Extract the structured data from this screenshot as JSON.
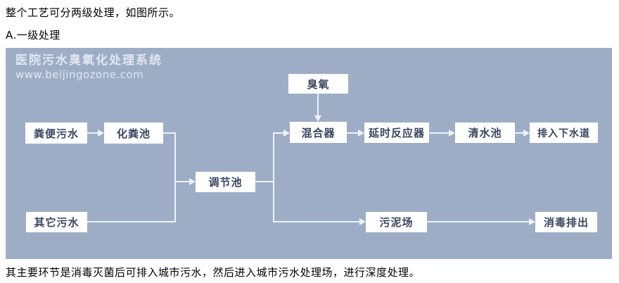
{
  "page": {
    "intro_line": "整个工艺可分两级处理，如图所示。",
    "section_label": "A.一级处理",
    "footer_line": "其主要环节是消毒灭菌后可排入城市污水，然后进入城市污水处理场，进行深度处理。"
  },
  "diagram": {
    "watermark": {
      "title": "医院污水臭氧化处理系统",
      "url": "www.beijingozone.com"
    },
    "colors": {
      "panel_background": "#9dadc6",
      "node_background": "#ffffff",
      "node_text": "#39465f",
      "connector": "#eef2f7",
      "page_text": "#000000"
    },
    "nodes": {
      "fecal_sewage": "粪便污水",
      "septic_tank": "化粪池",
      "other_sewage": "其它污水",
      "regulating_tank": "调节池",
      "ozone": "臭氧",
      "mixer": "混合器",
      "delay_reactor": "延时反应器",
      "clear_water_tank": "清水池",
      "discharge_to_sewer": "排入下水道",
      "sludge_yard": "污泥场",
      "disinfect_discharge": "消毒排出"
    },
    "flows": [
      "粪便污水 → 化粪池",
      "化粪池 → 调节池",
      "其它污水 → 调节池",
      "调节池 → 混合器",
      "臭氧 → 混合器",
      "混合器 → 延时反应器",
      "延时反应器 → 清水池",
      "清水池 → 排入下水道",
      "调节池 → 污泥场",
      "污泥场 → 消毒排出"
    ]
  }
}
